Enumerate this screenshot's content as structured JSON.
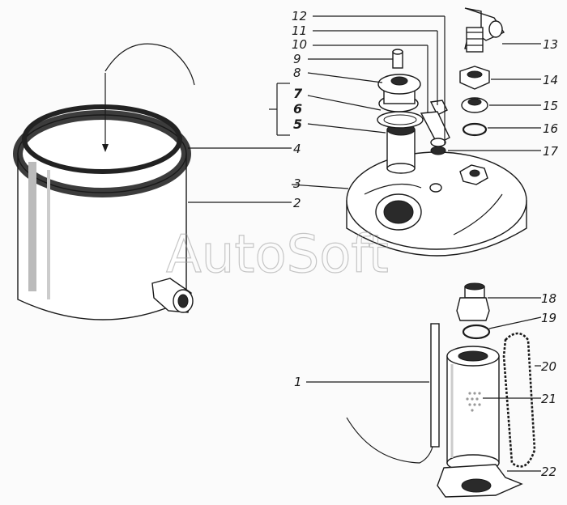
{
  "watermark": "AutoSoft",
  "labels": [
    "1",
    "2",
    "3",
    "4",
    "5",
    "6",
    "7",
    "8",
    "9",
    "10",
    "11",
    "12",
    "13",
    "14",
    "15",
    "16",
    "17",
    "18",
    "19",
    "20",
    "21",
    "22"
  ]
}
